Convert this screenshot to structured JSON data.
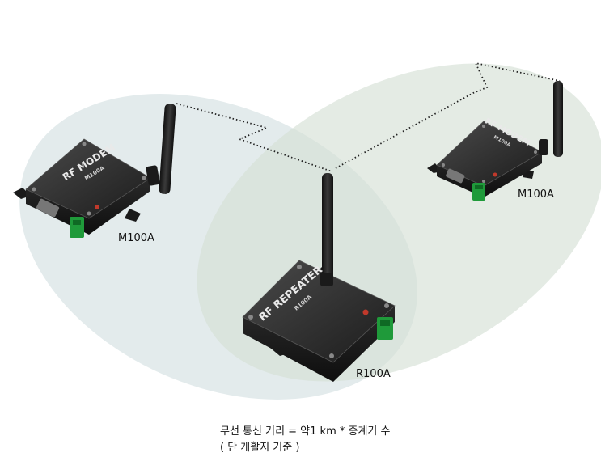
{
  "devices": [
    {
      "model": "M100A",
      "face": "RF MODEM",
      "sub": "M100A"
    },
    {
      "model": "R100A",
      "face": "RF REPEATER",
      "sub": "R100A"
    },
    {
      "model": "M100A",
      "face": "RF MODEM",
      "sub": "M100A"
    }
  ],
  "caption": {
    "line1": "무선 통신 거리 = 약1 km * 중계기 수",
    "line2": "( 단 개활지 기준 )"
  }
}
